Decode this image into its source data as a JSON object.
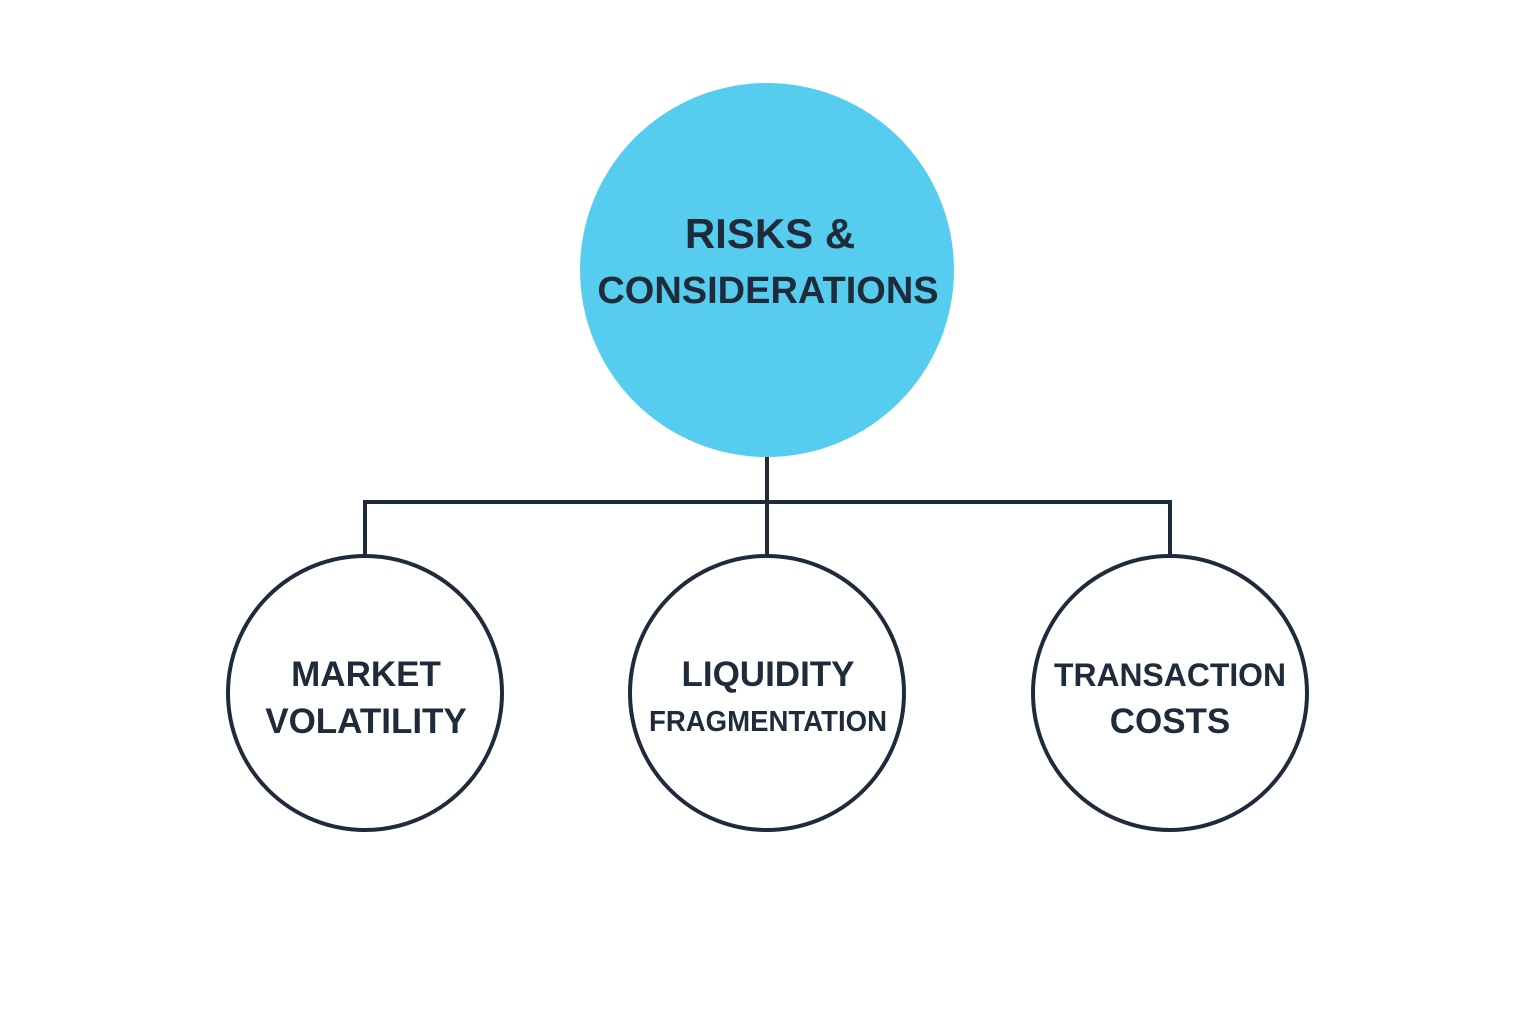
{
  "diagram": {
    "root": {
      "line1": "RISKS &",
      "line2": "CONSIDERATIONS",
      "fill": "#56cdee"
    },
    "children": [
      {
        "line1": "MARKET",
        "line2": "VOLATILITY"
      },
      {
        "line1": "LIQUIDITY",
        "line2": "FRAGMENTATION"
      },
      {
        "line1": "TRANSACTION",
        "line2": "COSTS"
      }
    ],
    "colors": {
      "stroke": "#1f2b3a",
      "text": "#1f2b3a",
      "child_fill": "#ffffff",
      "background": "#ffffff"
    }
  }
}
